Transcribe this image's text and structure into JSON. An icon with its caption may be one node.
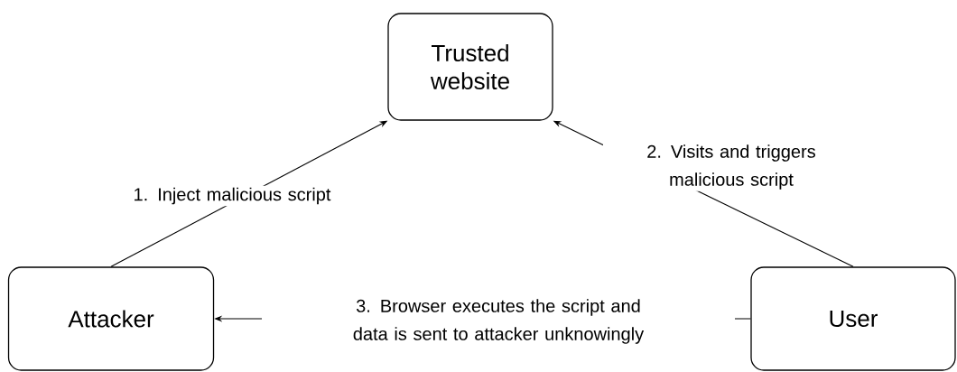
{
  "diagram": {
    "nodes": [
      {
        "text": [
          "Trusted website"
        ]
      },
      {
        "text": [
          "Attacker"
        ]
      },
      {
        "text": [
          "User"
        ]
      }
    ],
    "edges": [
      {
        "from": 1,
        "to": 0,
        "arrow": "to",
        "label": "1. Inject malicious script"
      },
      {
        "from": 2,
        "to": 0,
        "arrow": "to",
        "label": "2. Visits and triggers malicious script"
      },
      {
        "from": 2,
        "to": 1,
        "arrow": "to",
        "label": "3. Browser executes the script and data is sent to attacker unknowingly"
      }
    ]
  }
}
